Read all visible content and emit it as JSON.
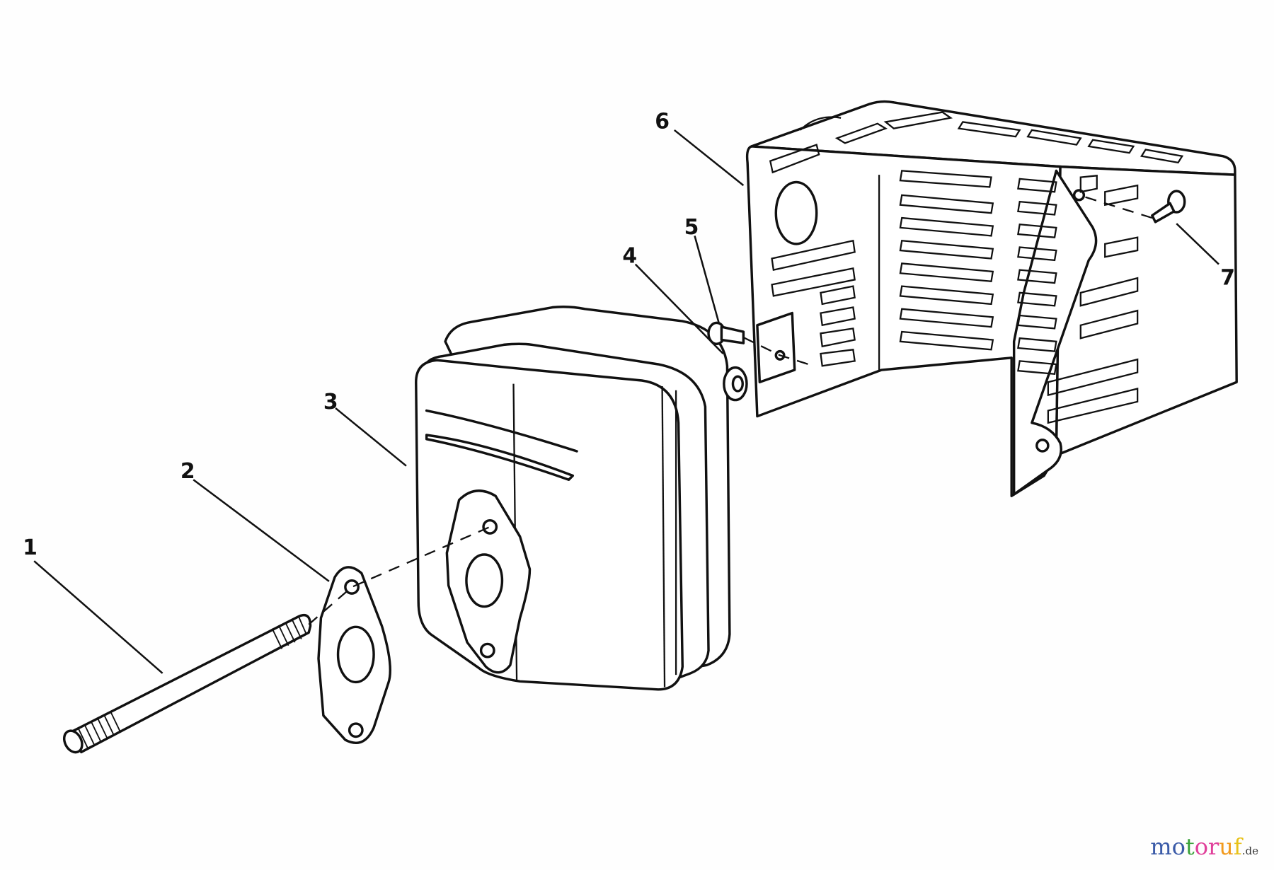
{
  "diagram": {
    "type": "exploded parts diagram",
    "subject": "muffler assembly",
    "callouts": [
      {
        "id": "1",
        "label": "1",
        "part": "exhaust stud (threaded pipe)"
      },
      {
        "id": "2",
        "label": "2",
        "part": "gasket"
      },
      {
        "id": "3",
        "label": "3",
        "part": "muffler"
      },
      {
        "id": "4",
        "label": "4",
        "part": "lock washer"
      },
      {
        "id": "5",
        "label": "5",
        "part": "screw"
      },
      {
        "id": "6",
        "label": "6",
        "part": "muffler guard (louvered shield)"
      },
      {
        "id": "7",
        "label": "7",
        "part": "screw"
      }
    ]
  },
  "watermark": {
    "letters": [
      "m",
      "o",
      "t",
      "o",
      "r",
      "u",
      "f"
    ],
    "colors": [
      "#3b5ba8",
      "#3b5ba8",
      "#3aa23a",
      "#e0409a",
      "#e0409a",
      "#f29a1d",
      "#e8c21a"
    ],
    "suffix": ".de"
  }
}
